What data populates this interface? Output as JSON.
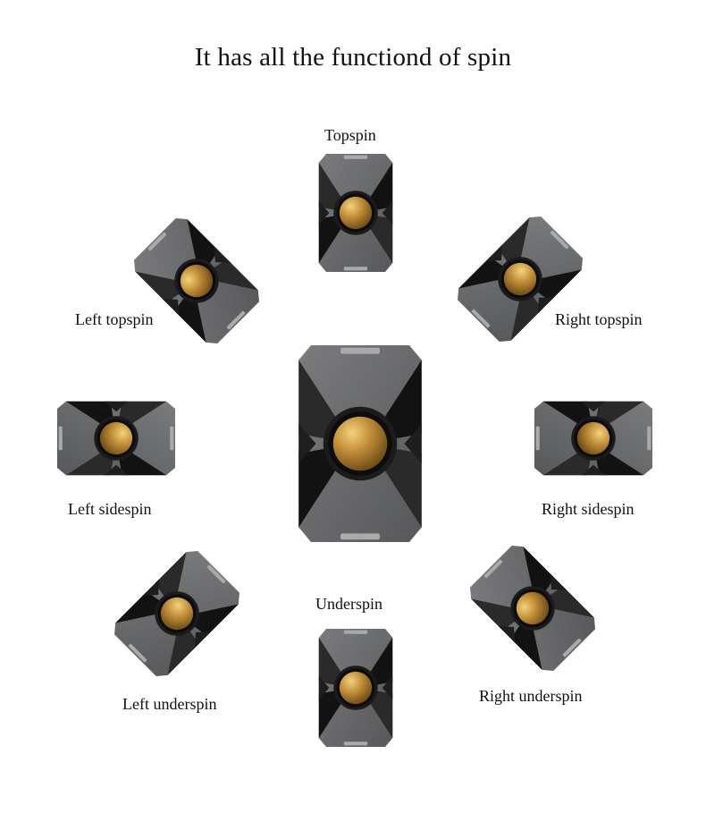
{
  "title": "It has all the functiond of spin",
  "labels": {
    "topspin": "Topspin",
    "left_topspin": "Left topspin",
    "right_topspin": "Right topspin",
    "left_sidespin": "Left sidespin",
    "right_sidespin": "Right sidespin",
    "underspin": "Underspin",
    "left_underspin": "Left underspin",
    "right_underspin": "Right underspin"
  },
  "colors": {
    "body_gray": "#6b6c6e",
    "dark": "#141414",
    "ring": "#1b1b1b",
    "ball_gold": "#b8862e",
    "tab_light": "#a9aaab"
  },
  "icons": {
    "module": "spin-module-icon",
    "ball": "gold-ball-icon"
  }
}
